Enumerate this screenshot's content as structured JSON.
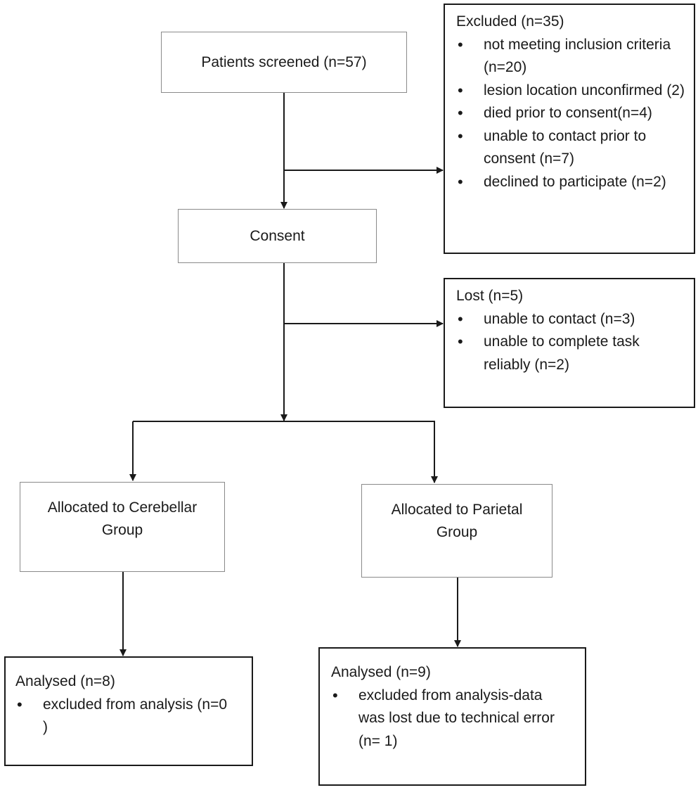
{
  "screened": {
    "text": "Patients screened (n=57)"
  },
  "excluded": {
    "heading": "Excluded (n=35)",
    "items": [
      "not meeting inclusion criteria (n=20)",
      "lesion location unconfirmed (2)",
      "died prior to consent(n=4)",
      "unable to contact prior to consent (n=7)",
      "declined to participate (n=2)"
    ]
  },
  "consent": {
    "text": "Consent"
  },
  "lost": {
    "heading": "Lost (n=5)",
    "items": [
      "unable to contact (n=3)",
      "unable to complete task reliably (n=2)"
    ]
  },
  "cerebellar": {
    "text": "Allocated to Cerebellar Group"
  },
  "parietal": {
    "text": "Allocated to Parietal Group"
  },
  "analysed_cerebellar": {
    "heading": "Analysed (n=8)",
    "items": [
      "excluded from analysis (n=0 )"
    ]
  },
  "analysed_parietal": {
    "heading": "Analysed (n=9)",
    "items": [
      "excluded from analysis-data was lost due to technical error (n= 1)"
    ]
  },
  "colors": {
    "line": "#1a1a1a",
    "thin_border": "#8a8a8a"
  }
}
